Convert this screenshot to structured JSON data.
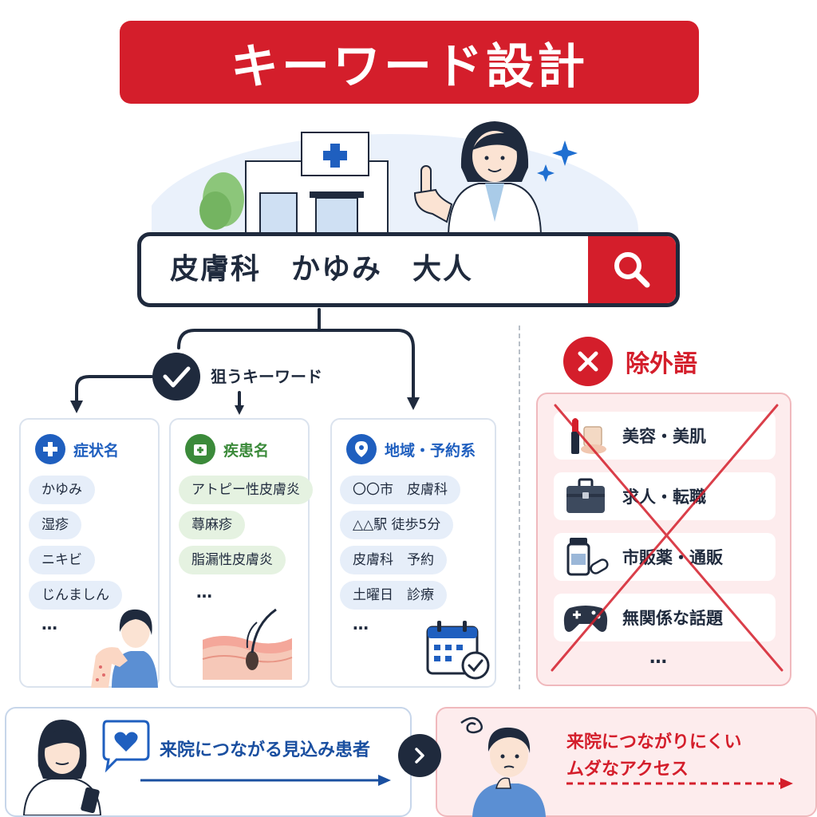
{
  "title": "キーワード設計",
  "search": {
    "query": "皮膚科　かゆみ　大人"
  },
  "target_keywords_label": "狙うキーワード",
  "categories": [
    {
      "title": "症状名",
      "icon": "plus-icon",
      "color": "#1f5fbf",
      "items": [
        "かゆみ",
        "湿疹",
        "ニキビ",
        "じんましん"
      ],
      "more": "…"
    },
    {
      "title": "疾患名",
      "icon": "medical-kit-icon",
      "color": "#3b8a3a",
      "items": [
        "アトピー性皮膚炎",
        "蕁麻疹",
        "脂漏性皮膚炎"
      ],
      "more": "…"
    },
    {
      "title": "地域・予約系",
      "icon": "location-pin-icon",
      "color": "#1f5fbf",
      "items": [
        "〇〇市　皮膚科",
        "△△駅 徒歩5分",
        "皮膚科　予約",
        "土曜日　診療"
      ],
      "more": "…"
    }
  ],
  "excluded": {
    "title": "除外語",
    "items": [
      {
        "label": "美容・美肌",
        "icon": "cosmetics-icon"
      },
      {
        "label": "求人・転職",
        "icon": "briefcase-icon"
      },
      {
        "label": "市販薬・通販",
        "icon": "medicine-icon"
      },
      {
        "label": "無関係な話題",
        "icon": "game-controller-icon"
      }
    ],
    "more": "…"
  },
  "outcomes": {
    "good": "来院につながる見込み患者",
    "bad_line1": "来院につながりにくい",
    "bad_line2": "ムダなアクセス"
  },
  "colors": {
    "accent_red": "#d41e2b",
    "navy": "#1f2a3d",
    "blue": "#1f5fbf",
    "green": "#3b8a3a"
  }
}
